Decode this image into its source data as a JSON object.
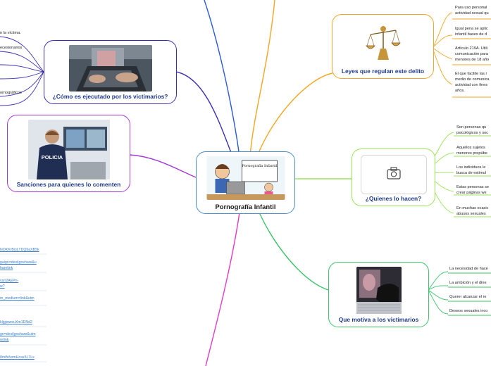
{
  "central": {
    "title": "Pornografía Infantil",
    "image_caption": "Pornografía Infantil"
  },
  "branches": {
    "leyes": {
      "title": "Leyes que regulan este delito",
      "icon": "justice-scale-icon",
      "leaves": [
        [
          "Para uso personal",
          "actividad sexual qu"
        ],
        [
          "Igual pena se aplic",
          "infantil bases de d"
        ],
        [
          "Artículo 219A. Utili",
          "comunicación para",
          "menores de 18 año"
        ],
        [
          "El que facilite las r",
          "medio de comunica",
          "actividad con fines",
          "años."
        ]
      ]
    },
    "quienes": {
      "title": "¿Quienes lo hacen?",
      "icon": "camera-icon",
      "leaves": [
        [
          "Son personas qu",
          "psicológicos y soc"
        ],
        [
          "Aquellos sujetos",
          "menores prepúbe"
        ],
        [
          "Los individuos le",
          "busca de estimul"
        ],
        [
          "Estas personas se",
          "crear páginas we"
        ],
        [
          "En muchas ocasic",
          "abusos sexuales"
        ]
      ]
    },
    "motiva": {
      "title": "Que motiva a los victimarios",
      "icon": "hand-on-keyboard-photo",
      "leaves": [
        "La necesidad de hace",
        "La ambición y el dine",
        "Querer alcanzar el re",
        "Deseos sexuales inco"
      ]
    },
    "como": {
      "title": "¿Cómo es ejecutado por los victimarios?",
      "icon": "laptop-user-photo",
      "leaves": [
        "n la víctima.",
        "ecesionarios",
        "",
        "",
        "ornográficos",
        ""
      ]
    },
    "sanciones": {
      "title": "Sanciones para quienes lo comenten",
      "icon": "police-officer-photo",
      "police_text": "POLICIA"
    }
  },
  "links": [
    "NOKKrB/sLTDQ5aXB5k",
    "gaign=desi|gnshare&u",
    "harelink",
    "vsr/2AEPn-",
    "w?",
    "m_medium=link&utm",
    "kljgjwwsuXm1DNd2",
    "gn=desi|gnshare&utm",
    "relink",
    "8mifsfurmHcas5L7Ls"
  ],
  "colors": {
    "central": "#4a8fc7",
    "leyes": "#f5a623",
    "quienes": "#9be55b",
    "motiva": "#3cc46a",
    "como": "#3a2fb5",
    "sanciones": "#a23bd6",
    "link": "#3d7fd0",
    "bottom": "#e23bc6"
  }
}
